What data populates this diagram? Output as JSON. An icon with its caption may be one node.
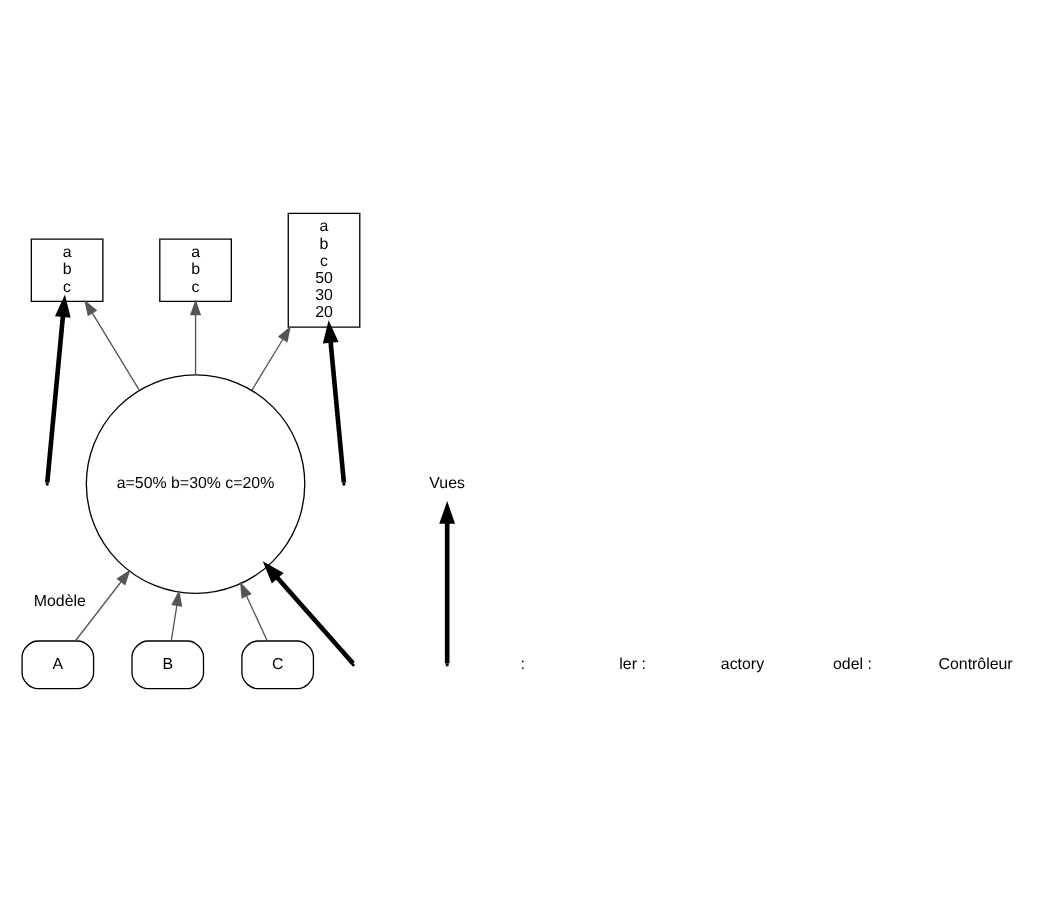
{
  "diagram": {
    "nodes": [
      {
        "text": [
          "a",
          "b",
          "c",
          "50",
          "30",
          "20"
        ]
      },
      {
        "text": [
          "a",
          "b",
          "c"
        ]
      },
      {
        "text": [
          "a",
          "b",
          "c"
        ]
      },
      {
        "text": [
          "a=50% b=30% c=20%"
        ],
        "beside": [
          "Modèle"
        ]
      },
      {
        "text": [
          "A"
        ]
      },
      {
        "text": [
          "B"
        ]
      },
      {
        "text": [
          "C"
        ]
      },
      {
        "text": [
          "Vues"
        ]
      }
    ],
    "edges": [
      {
        "from": 3,
        "to": 0,
        "arrow": "to",
        "color": "#555555"
      },
      {
        "from": 3,
        "to": 1,
        "arrow": "to",
        "color": "#555555"
      },
      {
        "from": 3,
        "to": 2,
        "arrow": "to",
        "color": "#555555"
      },
      {
        "from": 4,
        "to": 3,
        "arrow": "to",
        "color": "#555555"
      },
      {
        "from": 5,
        "to": 3,
        "arrow": "to",
        "color": "#555555"
      },
      {
        "from": 6,
        "to": 3,
        "arrow": "to",
        "color": "#555555"
      },
      {
        "from": null,
        "to": 7,
        "arrow": "to",
        "style": "thick"
      },
      {
        "from": null,
        "to": 0,
        "arrow": "to",
        "style": "thick"
      },
      {
        "from": null,
        "to": 2,
        "arrow": "to",
        "style": "thick"
      },
      {
        "from": null,
        "to": 3,
        "arrow": "to",
        "style": "thick"
      }
    ],
    "labels": [
      ":",
      "ler :",
      "actory",
      "odel :",
      "Contrôleur"
    ]
  }
}
